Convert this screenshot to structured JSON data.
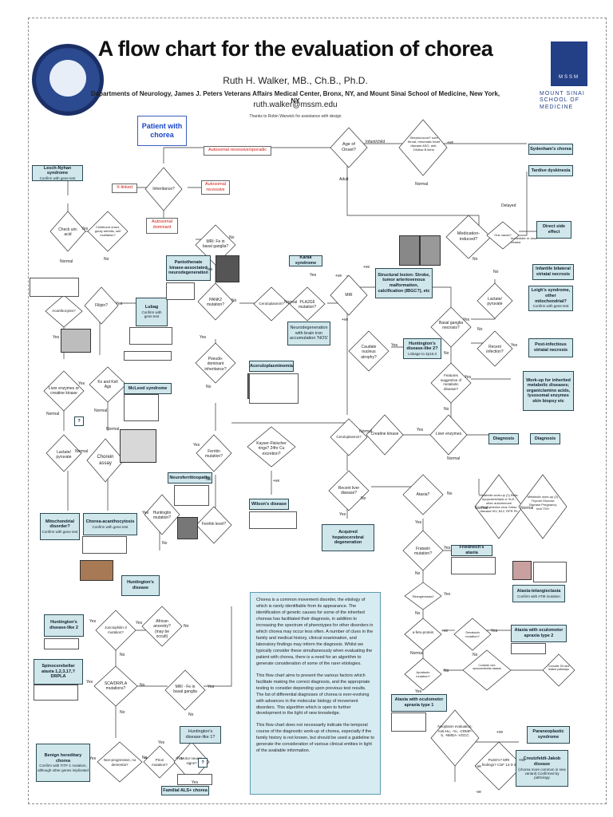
{
  "header": {
    "title": "A flow chart for the evaluation of chorea",
    "authors": "Ruth H. Walker, MB., Ch.B., Ph.D.",
    "affiliation": "Departments of Neurology, James J. Peters Veterans Affairs Medical Center, Bronx, NY, and Mount Sinai School of Medicine, New York, NY",
    "email": "ruth.walker@mssm.edu",
    "thanks": "Thanks to Robin Warwick for assistance with design"
  },
  "logo": {
    "msmm_letters": "MSSM",
    "msmm_lines": [
      "MOUNT SINAI",
      "SCHOOL OF",
      "MEDICINE"
    ]
  },
  "start": "Patient with chorea",
  "red_boxes": {
    "ar_sporadic": "Autosomal recessive/sporadic",
    "x_linked": "X-linked",
    "autosomal_recessive": "Autosomal recessive",
    "autosomal_dominant": "Autosomal dominant"
  },
  "diamonds": {
    "age_onset": "Age of Onset?",
    "strep": "Streptococcal? sore throat, rheumatic heart disease ASO, anti-DNAse B titers",
    "inheritance": "Inheritance?",
    "childhood": "Childhood onset, gouty arthritis, self mutilation?",
    "uric_acid": "Check uric acid",
    "mri_fe": "MRI: Fe in basal ganglia?",
    "medication": "Medication-induced?",
    "one_cause": "One cause?",
    "mri": "MRI",
    "filipin": "Filipin?",
    "acanthocytes": "Acanthocytes?",
    "pank2": "PANK2 mutation?",
    "ceruloplasmin1": "Ceruloplasmin?",
    "pla2g6": "PLA2G6 mutation?",
    "lactate1": "Lactate/ pyruvate",
    "basal_necrosis": "Basal ganglia necrosis?",
    "caudate": "Caudate nucleus atrophy?",
    "recent_infection": "Recent infection?",
    "pseudo_dominant": "Pseudo-dominant inheritance?",
    "liver_enzymes1": "Liver enzymes or creatine kinase",
    "kx_kell": "Kx and Kell Ags",
    "features_metabolic": "Features suggestive of metabolic disease?",
    "lactate2": "Lactate/ pyruvate",
    "chorein": "Chorein assay",
    "ferritin_mut": "Ferritin mutation?",
    "kayser": "Kayser-Fleischer rings? 24hr Cu excretion?",
    "ceruloplasmin2": "Ceruloplasmin?",
    "creatine_kinase": "Creatine kinase",
    "liver_enzymes2": "Liver enzymes",
    "huntingtin": "Huntingtin mutation?",
    "ferritin_level": "Ferritin level?",
    "recent_liver": "Recent liver disease?",
    "ataxia": "Ataxia?",
    "metabolic_workup1": "Metabolic work-up (1) Beta-lipoprotein/lipid or SLE, other autoimmune Polycythemia vera Celiac disease HIV, B12, RPR Pb",
    "metabolic_workup2": "Metabolic work-up (2) Thyroid Glucose Disease Pregnancy test TSH",
    "frataxin": "Frataxin mutation?",
    "african": "African ancestry? (may be occult)",
    "junctophilin": "Junctophilin-3 mutation?",
    "telangiectasia": "Telangiectasia?",
    "a_feto": "a-feto-protein",
    "senataxin": "Senataxin mutation?",
    "aprataxin": "Aprataxin mutation?",
    "consider_spino": "Consider rare spinocerebellar ataxias",
    "consider_other": "Consider SH and limited pathways",
    "sca": "SCA/DRPLA mutations?",
    "mri_fe2": "MRI - Fe in basal ganglia",
    "nonprog": "Non-progressive, no dementia?",
    "prion": "Prion mutation?",
    "motor_neuron": "Motor neuron signs?",
    "neoplasm": "Neoplasm evaluation; Anti-Hu, -Yo, -CRMP-5, -NMDA -VGCC",
    "pleds": "PLED's? MRI findings? CSF 14-3-3"
  },
  "boxes": {
    "sydenham": "Sydenham's chorea",
    "tardive": "Tardive dyskinesia",
    "lesch_title": "Lesch-Nyhan syndrome",
    "lesch_sub": "Confirm with gene test",
    "direct": "Direct side effect",
    "pkan": "Pantothenate kinase-associated neurodegeneration",
    "karak": "Karak syndrome",
    "structural": "Structural lesion: Stroke, tumor arteriovenous malformation, calcification (IBGC?), etc",
    "infantile": "Infantile bilateral striatal necrosis",
    "leigh_title": "Leigh's syndrome, other mitochondrial?",
    "leigh_sub": "Confirm with gene test",
    "lubag_title": "Lubag",
    "lubag_sub": "Confirm with gene test",
    "nbia": "Neurodegeneration with brain iron accumulation 'NOS'",
    "hdl2": "Huntington's disease-like 2?",
    "hdl2_sub": "Linkage to 4p16.3",
    "postinfectious": "Post-infectious striatal necrosis",
    "aceruloplasminemia": "Aceruloplasminemia",
    "mcleod": "McLeod syndrome",
    "workup": "Work-up for inherited metabolic diseases; organic/amino acids, lysosomal enzymes skin biopsy etc",
    "diagnosis1": "Diagnosis",
    "diagnosis2": "Diagnosis",
    "neuroferritinopathy": "Neuroferritinopathy",
    "wilson": "Wilson's disease",
    "mito_title": "Mitochondrial disorder?",
    "mito_sub": "Confirm with gene test",
    "chorea_acanth_title": "Chorea-acanthocytosis",
    "chorea_acanth_sub": "Confirm with gene test",
    "acquired_hep": "Acquired hepatocerebral degeneration",
    "friedreich": "Friedreich's ataxia",
    "huntington": "Huntington's disease",
    "ataxia_tel": "Ataxia-telangiectasia",
    "ataxia_tel_sub": "Confirm with ATM mutation",
    "hdl2b": "Huntington's disease-like 2",
    "aoa2": "Ataxia with oculomotor apraxia type 2",
    "sca_drpla": "Spinocerebellar ataxia 1,2,3,17,? DRPLA",
    "aoa1": "Ataxia with oculomotor apraxia type 1",
    "hdl1": "Huntington's disease-like 1?",
    "paraneoplastic": "Paraneoplastic syndrome",
    "bhc_title": "Benign hereditary chorea",
    "bhc_sub": "Confirm with TITF-1 mutation, although other genes implicated",
    "cjd_title": "Creutzfeldt-Jakob disease",
    "cjd_sub": "(chorea more common in new variant) Confirmed by pathology",
    "familial_als": "Familial ALS+ chorea"
  },
  "labels": {
    "infant_child": "Infant/child",
    "adult": "Adult",
    "delayed": "Delayed",
    "immediate": "Immediate or dose related",
    "yes": "Yes",
    "no": "No",
    "normal": "Normal",
    "pos": "+ve",
    "neg": "-ve",
    "q": "?"
  },
  "panel": {
    "p1": "Chorea is a common movement disorder, the etiology of which is rarely identifiable from its appearance. The identification of genetic causes for some of the inherited choreas has facilitated their diagnosis, in addition to increasing the spectrum of phenotypes for other disorders in which chorea may occur less often. A number of clues in the family and medical history, clinical examination, and laboratory findings may inform the diagnosis. Whilst we typically consider these simultaneously when evaluating the patient with chorea, there is a need for an algorithm to generate consideration of some of the rarer etiologies.",
    "p2": "This flow chart aims to present the various factors which facilitate making the correct diagnosis, and the appropriate testing to consider depending upon previous test results. The list of differential diagnoses of chorea is ever-evolving with advances in the molecular biology of movement disorders. This algorithm which is open to further development in the light of new knowledge.",
    "p3": "This flow chart does not necessarily indicate the temporal course of the diagnostic work-up of chorea, especially if the family history is not known, but should be used a guideline to generate the consideration of various clinical entities in light of the available information."
  }
}
